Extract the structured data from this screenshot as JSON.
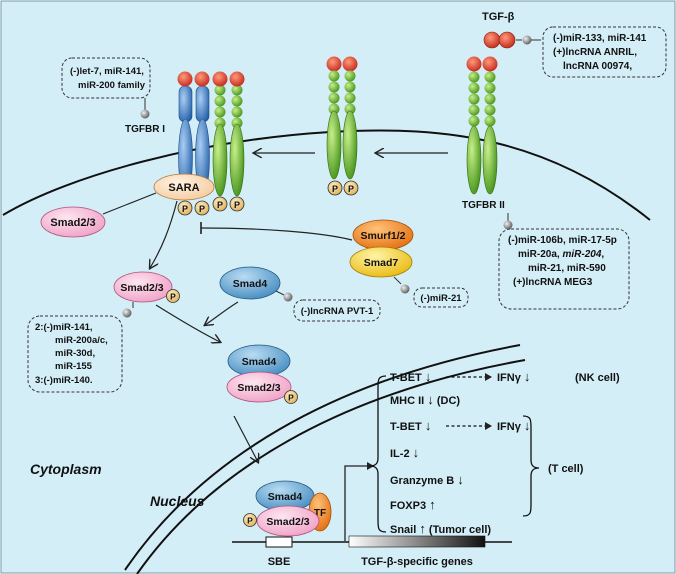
{
  "receptors": {
    "tgfb": "TGF-β",
    "tgfbr1": "TGFBR I",
    "tgfbr2": "TGFBR II",
    "p": "P"
  },
  "notes": {
    "tgfbr1_regulators": [
      "(-)let-7, miR-141,",
      "miR-200 family"
    ],
    "tgfb_regulators": [
      "(-)miR-133, miR-141",
      "(+)lncRNA ANRIL,",
      "lncRNA 00974,"
    ],
    "tgfbr2_regulators": [
      "(-)miR-106b, miR-17-5p",
      "miR-20a, ",
      "miR-204",
      ",",
      "miR-21, miR-590",
      "(+)lncRNA MEG3"
    ],
    "smad7_regulator": "(-)miR-21",
    "smad4_regulator": "(-)lncRNA PVT-1",
    "smad23_regulators": [
      "2:(-)miR-141,",
      "miR-200a/c,",
      "miR-30d,",
      "miR-155",
      "3:(-)miR-140."
    ]
  },
  "proteins": {
    "sara": "SARA",
    "smad23": "Smad2/3",
    "smad4": "Smad4",
    "smurf": "Smurf1/2",
    "smad7": "Smad7",
    "tf": "TF"
  },
  "compartments": {
    "cytoplasm": "Cytoplasm",
    "nucleus": "Nucleus",
    "sbe": "SBE",
    "genes": "TGF-β-specific genes"
  },
  "outcomes": {
    "nk_line": {
      "a": "T-BET",
      "b": "IFNγ",
      "cell": "(NK cell)"
    },
    "dc_line": {
      "a": "MHC II",
      "cell": "(DC)"
    },
    "t_line1": {
      "a": "T-BET",
      "b": "IFNγ"
    },
    "t_line2": "IL-2",
    "t_line3": "Granzyme B",
    "t_line4": "FOXP3",
    "tumor_line": {
      "a": "Snail",
      "cell": "(Tumor cell)"
    },
    "tcell": "(T cell)",
    "down": "↓",
    "up": "↑"
  },
  "colors": {
    "background": "#d4eef7",
    "red": "#d83a24",
    "green": "#5cae2b",
    "blue": "#3f7fc4",
    "pink": "#f4b8d4",
    "yellow": "#f2cf2a",
    "orange": "#ef8a1f",
    "p_circle": "#eecb86"
  }
}
